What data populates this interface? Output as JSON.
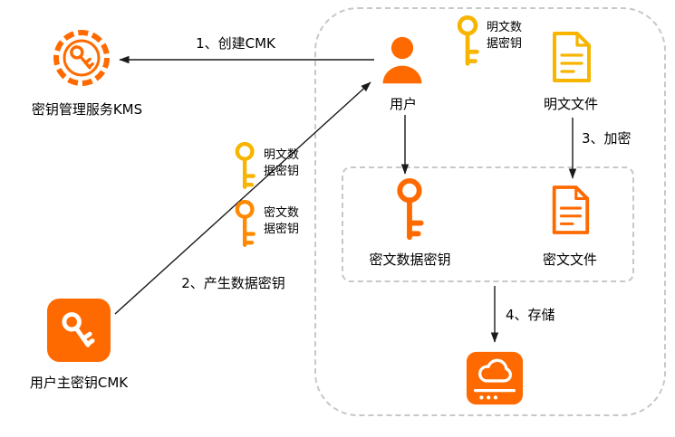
{
  "diagram": {
    "title_hint": "KMS envelope encryption flow",
    "colors": {
      "orange": "#FF6A00",
      "gold": "#F7B500",
      "dashed_border": "#C8C8C8",
      "arrow": "#1A1A1A"
    },
    "nodes": {
      "kms": {
        "label": "密钥管理服务KMS"
      },
      "user": {
        "label": "用户"
      },
      "plain_file": {
        "label": "明文文件"
      },
      "cipher_data_key": {
        "label": "密文数据密钥"
      },
      "cipher_file": {
        "label": "密文文件"
      },
      "cmk": {
        "label": "用户主密钥CMK"
      },
      "plain_key_badge_top": {
        "line1": "明文数",
        "line2": "据密钥"
      },
      "plain_key_badge_mid": {
        "line1": "明文数",
        "line2": "据密钥"
      },
      "cipher_key_badge_mid": {
        "line1": "密文数",
        "line2": "据密钥"
      }
    },
    "steps": {
      "step1": "1、创建CMK",
      "step2": "2、产生数据密钥",
      "step3": "3、加密",
      "step4": "4、存储"
    }
  }
}
